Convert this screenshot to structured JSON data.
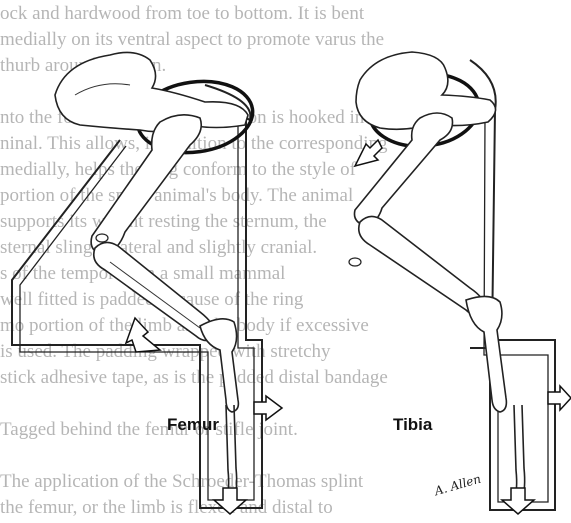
{
  "background_text": [
    "ock and hardwood from toe to bottom. It is bent",
    "medially on its ventral aspect to promote varus the",
    "thurb around rotation.",
    "",
    "nto the forelimb. The distal portion is hooked in the",
    "ninal. This allows, in addition to the corresponding",
    "medially, helps the ring conform to the style of",
    "portion of the small animal's body. The animal",
    "supports its weight resting the sternum, the",
    "sternal sling is lateral and slightly cranial.",
    "s of the temporals in a small mammal",
    "well fitted is padded because of the ring",
    "mo portion of the limb and the body if excessive",
    "is used. The padding wrapped with stretchy",
    "stick adhesive tape, as is the padded distal bandage",
    "",
    "Tagged behind the femur or stifle joint.",
    "",
    "The application of the Schroeder-Thomas splint",
    "the femur, or the limb is flexed and distal to"
  ],
  "panels": [
    {
      "id": "femur",
      "label": "Femur"
    },
    {
      "id": "tibia",
      "label": "Tibia"
    }
  ],
  "signature": "A. Allen"
}
